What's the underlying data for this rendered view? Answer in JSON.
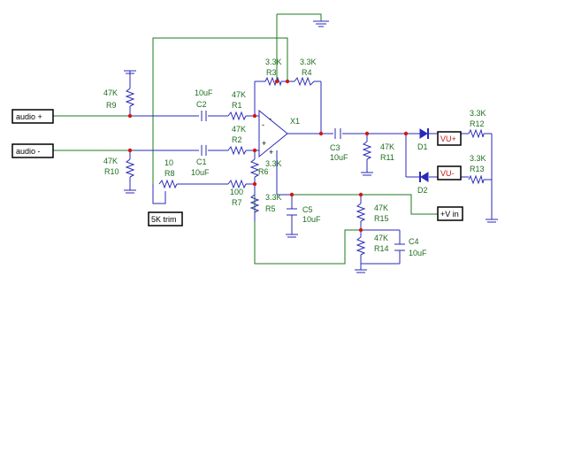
{
  "ports": {
    "audio_plus": "audio +",
    "audio_minus": "audio -",
    "trim": "5K trim",
    "vin": "+V in",
    "vu_plus": "VU+",
    "vu_minus": "VU-"
  },
  "opamp": {
    "name": "X1",
    "minus_sign": "-",
    "plus_sign": "+"
  },
  "components": {
    "R1": {
      "name": "R1",
      "value": "47K"
    },
    "R2": {
      "name": "R2",
      "value": "47K"
    },
    "R3": {
      "name": "R3",
      "value": "3.3K"
    },
    "R4": {
      "name": "R4",
      "value": "3.3K"
    },
    "R5": {
      "name": "R5",
      "value": "3.3K"
    },
    "R6": {
      "name": "R6",
      "value": "3.3K"
    },
    "R7": {
      "name": "R7",
      "value": "100"
    },
    "R8": {
      "name": "R8",
      "value": "10"
    },
    "R9": {
      "name": "R9",
      "value": "47K"
    },
    "R10": {
      "name": "R10",
      "value": "47K"
    },
    "R11": {
      "name": "R11",
      "value": "47K"
    },
    "R12": {
      "name": "R12",
      "value": "3.3K"
    },
    "R13": {
      "name": "R13",
      "value": "3.3K"
    },
    "R14": {
      "name": "R14",
      "value": "47K"
    },
    "R15": {
      "name": "R15",
      "value": "47K"
    },
    "C1": {
      "name": "C1",
      "value": "10uF"
    },
    "C2": {
      "name": "C2",
      "value": "10uF"
    },
    "C3": {
      "name": "C3",
      "value": "10uF"
    },
    "C4": {
      "name": "C4",
      "value": "10uF"
    },
    "C5": {
      "name": "C5",
      "value": "10uF"
    },
    "D1": {
      "name": "D1"
    },
    "D2": {
      "name": "D2"
    }
  }
}
